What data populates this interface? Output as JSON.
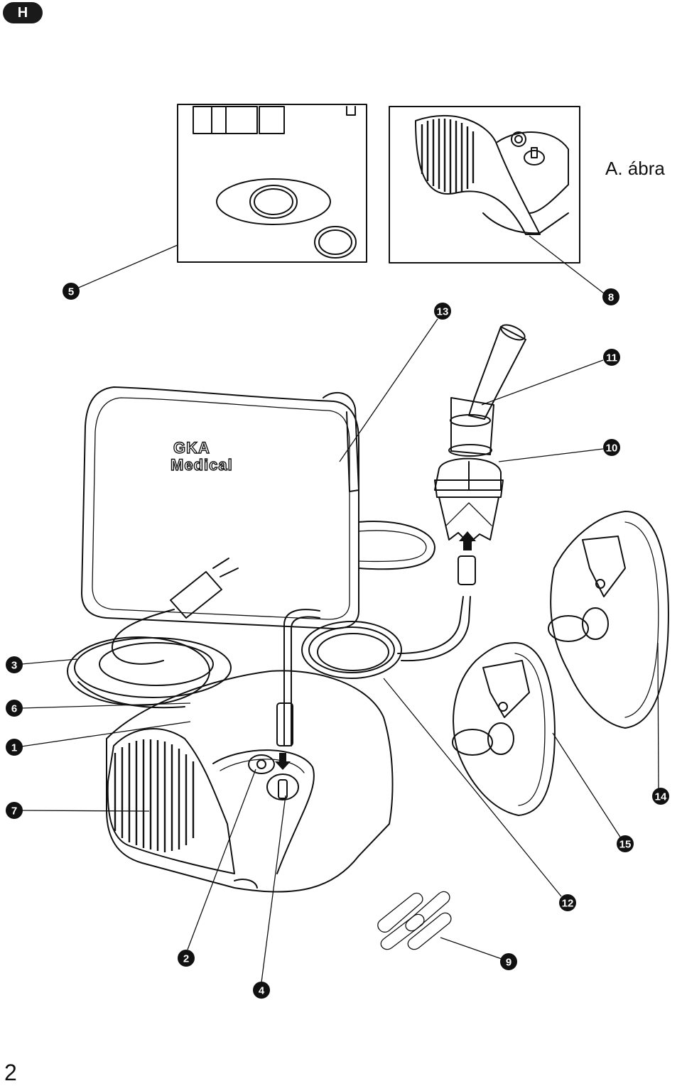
{
  "header": {
    "language_badge": "H"
  },
  "figure": {
    "title": "A. ábra",
    "brand_line1": "GKA",
    "brand_line2": "Medical"
  },
  "callouts": [
    "1",
    "2",
    "3",
    "4",
    "5",
    "6",
    "7",
    "8",
    "9",
    "10",
    "11",
    "12",
    "13",
    "14",
    "15"
  ],
  "footer": {
    "page_number": "2"
  },
  "colors": {
    "ink": "#111111",
    "paper": "#ffffff"
  }
}
